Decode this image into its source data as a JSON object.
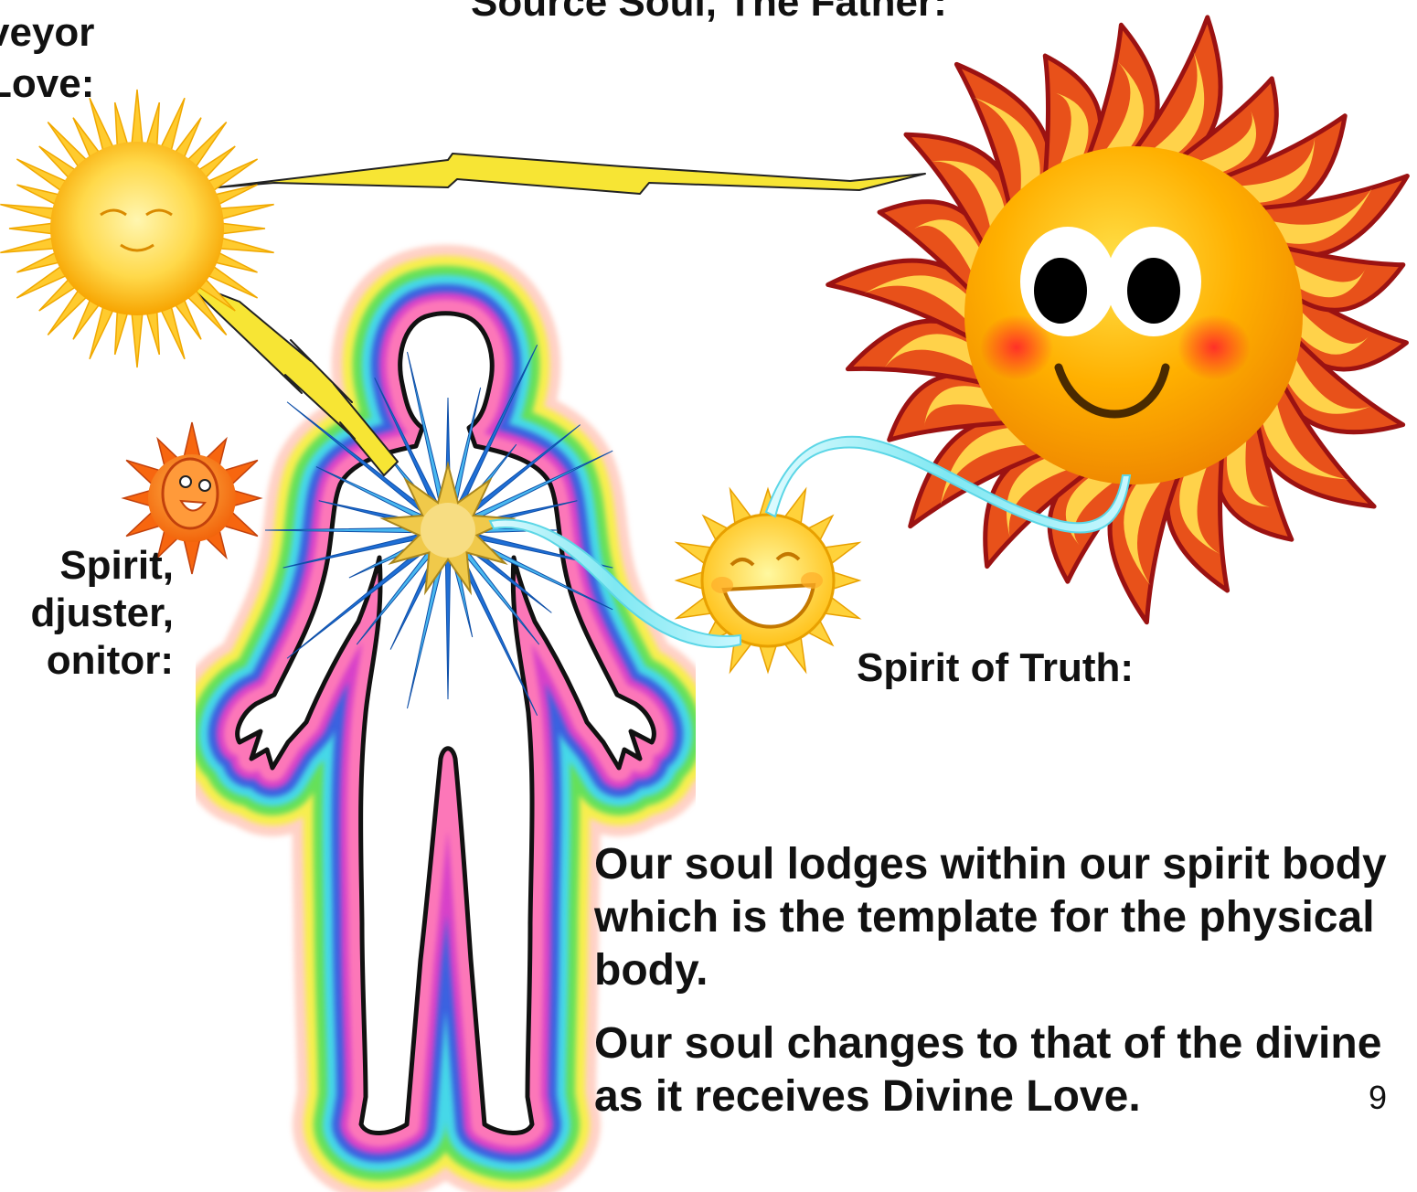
{
  "labels": {
    "source_soul": "Source Soul, The Father:",
    "conveyor": [
      "veyor",
      "Love:"
    ],
    "adjuster": [
      "Spirit,",
      "djuster,",
      "onitor:"
    ],
    "spirit_of_truth": "Spirit of Truth:"
  },
  "body_text": [
    "Our soul lodges within our spirit body which is the template for the physical body.",
    "Our soul changes to that of the divine as it receives Divine Love."
  ],
  "page_number": "9",
  "colors": {
    "big_sun_face": "#f7a800",
    "big_sun_flames": "#e8511a",
    "flame_outline": "#9b1212",
    "small_sun": "#ffc21a",
    "lightning": "#f7e534",
    "ribbon": "#7fe8f2",
    "star": "#f0c94a",
    "spikes": "#2a8fe0"
  },
  "aura_colors": [
    "#ffb3a0",
    "#f7f04a",
    "#5ee05a",
    "#44d8f0",
    "#3a5ce0",
    "#e040c8",
    "#ff7ab8"
  ]
}
